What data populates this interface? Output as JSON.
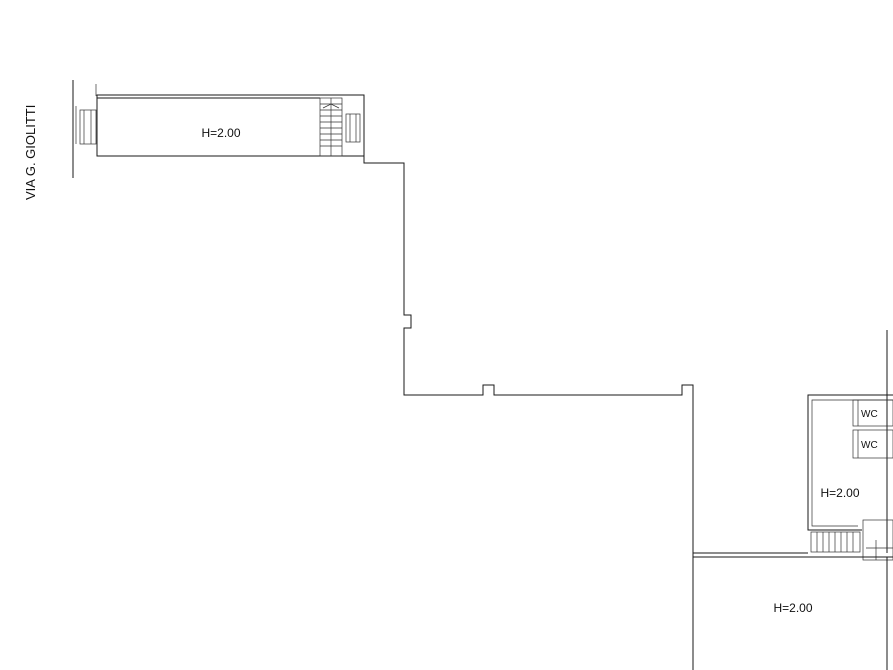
{
  "drawing": {
    "street": "VIA G. GIOLITTI",
    "rooms": [
      {
        "height_label": "H=2.00"
      },
      {
        "height_label": "H=2.00"
      },
      {
        "height_label": "H=2.00"
      }
    ],
    "wc_labels": [
      "WC",
      "WC"
    ]
  }
}
